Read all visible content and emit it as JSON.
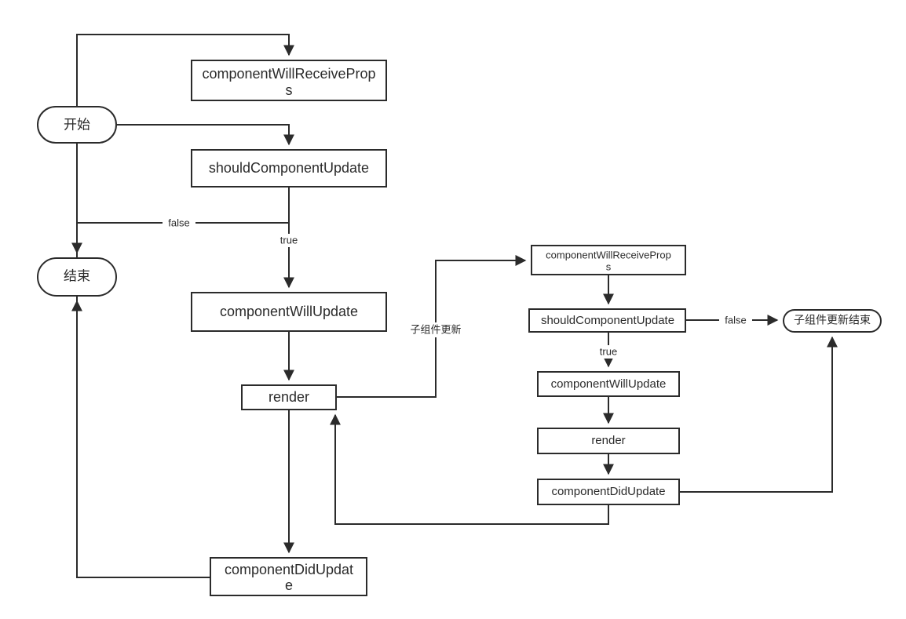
{
  "diagram": {
    "title": "React component update lifecycle flowchart",
    "background_color": "#ffffff",
    "stroke_color": "#2b2b2b",
    "nodes": {
      "start": {
        "label": "开始",
        "shape": "terminal"
      },
      "end": {
        "label": "结束",
        "shape": "terminal"
      },
      "parent_will_receive_props_line1": {
        "label": "componentWillReceiveProp"
      },
      "parent_will_receive_props_line2": {
        "label": "s"
      },
      "parent_should_update": {
        "label": "shouldComponentUpdate"
      },
      "parent_will_update": {
        "label": "componentWillUpdate"
      },
      "parent_render": {
        "label": "render"
      },
      "parent_did_update_line1": {
        "label": "componentDidUpdat"
      },
      "parent_did_update_line2": {
        "label": "e"
      },
      "child_will_receive_props_line1": {
        "label": "componentWillReceiveProp"
      },
      "child_will_receive_props_line2": {
        "label": "s"
      },
      "child_should_update": {
        "label": "shouldComponentUpdate"
      },
      "child_will_update": {
        "label": "componentWillUpdate"
      },
      "child_render": {
        "label": "render"
      },
      "child_did_update": {
        "label": "componentDidUpdate"
      },
      "child_end": {
        "label": "子组件更新结束",
        "shape": "terminal"
      }
    },
    "edge_labels": {
      "parent_false": "false",
      "parent_true": "true",
      "child_false": "false",
      "child_true": "true",
      "child_update": "子组件更新"
    }
  }
}
